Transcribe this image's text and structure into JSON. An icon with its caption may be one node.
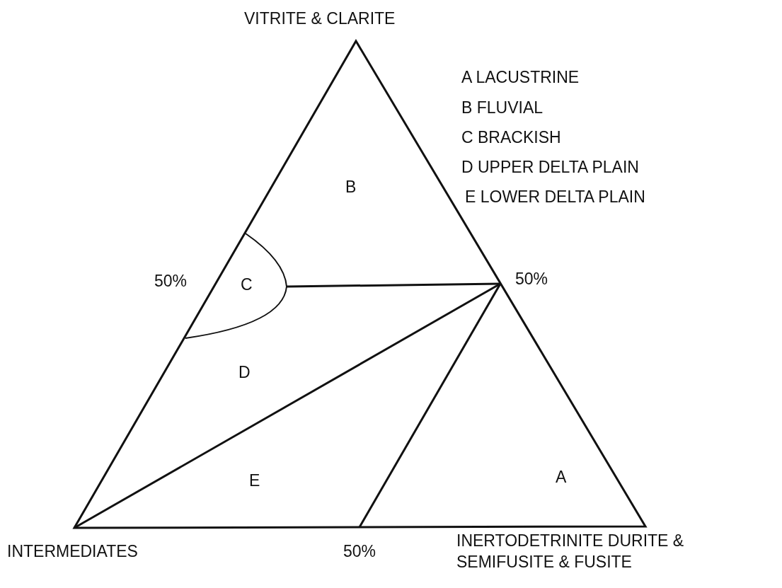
{
  "diagram": {
    "labels": [
      "VITRITE & CLARITE",
      "A LACUSTRINE",
      "B FLUVIAL",
      "C BRACKISH",
      "D UPPER DELTA PLAIN",
      "E LOWER DELTA PLAIN",
      "B",
      "50%",
      "C",
      "50%",
      "D",
      "E",
      "A",
      "INTERMEDIATES",
      "50%",
      "INERTODETRINITE DURITE & SEMIFUSITE & FUSITE"
    ]
  }
}
